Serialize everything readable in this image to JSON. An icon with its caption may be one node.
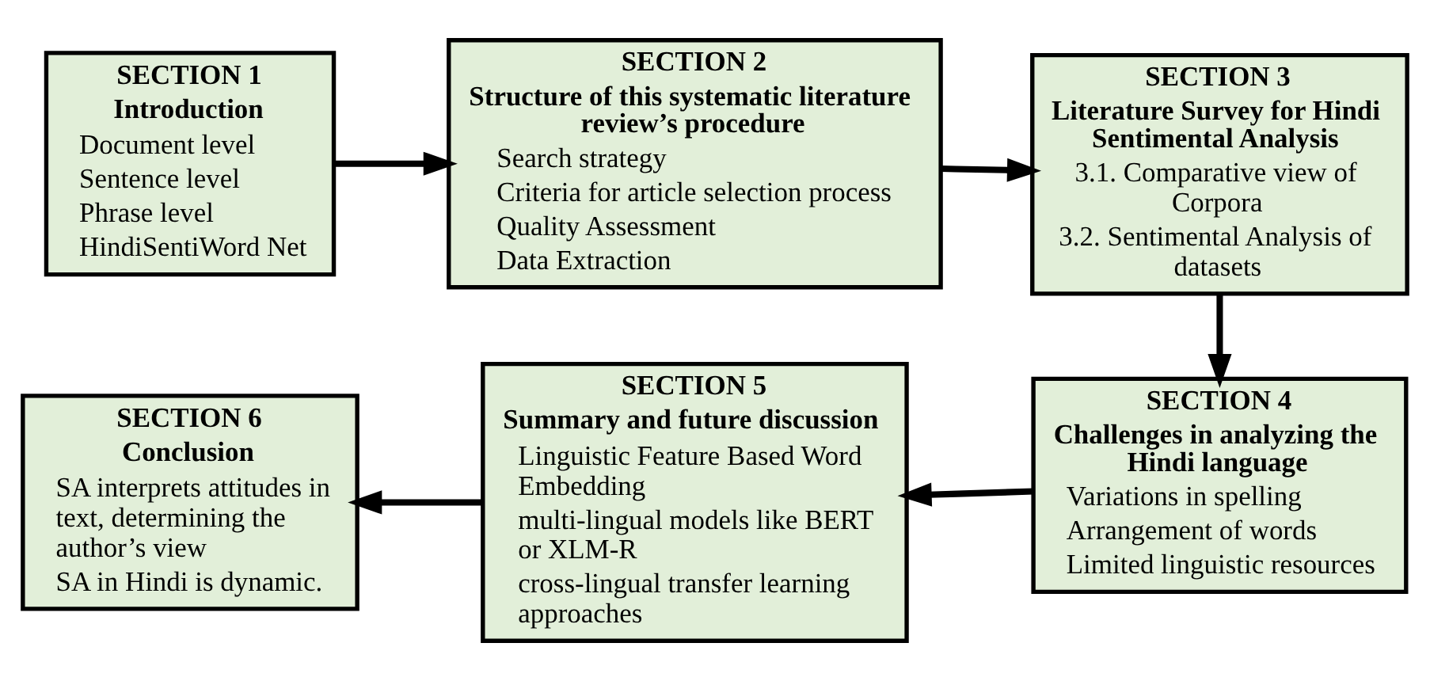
{
  "diagram": {
    "nodes": [
      {
        "text": [
          "SECTION 1",
          "Introduction",
          "Document level",
          "Sentence level",
          "Phrase level",
          "HindiSentiWord Net"
        ]
      },
      {
        "text": [
          "SECTION 2",
          "Structure of this systematic literature review’s procedure",
          "Search strategy",
          "Criteria for article selection process",
          "Quality Assessment",
          "Data Extraction"
        ]
      },
      {
        "text": [
          "SECTION 3",
          "Literature Survey for Hindi Sentimental Analysis",
          "3.1. Comparative view of Corpora",
          "3.2. Sentimental Analysis of datasets"
        ]
      },
      {
        "text": [
          "SECTION 4",
          "Challenges in analyzing the Hindi language",
          "Variations in spelling",
          "Arrangement of words",
          "Limited linguistic resources"
        ]
      },
      {
        "text": [
          "SECTION 5",
          "Summary and future discussion",
          "Linguistic Feature Based Word Embedding",
          "multi-lingual models like BERT or XLM-R",
          "cross-lingual transfer learning approaches"
        ]
      },
      {
        "text": [
          "SECTION 6",
          "Conclusion",
          "SA interprets attitudes in text, determining the author’s view",
          "SA in Hindi is dynamic."
        ]
      }
    ],
    "edges": [
      {
        "from": 0,
        "to": 1,
        "arrow": "to"
      },
      {
        "from": 1,
        "to": 2,
        "arrow": "to"
      },
      {
        "from": 2,
        "to": 3,
        "arrow": "to"
      },
      {
        "from": 3,
        "to": 4,
        "arrow": "to"
      },
      {
        "from": 4,
        "to": 5,
        "arrow": "to"
      }
    ]
  }
}
